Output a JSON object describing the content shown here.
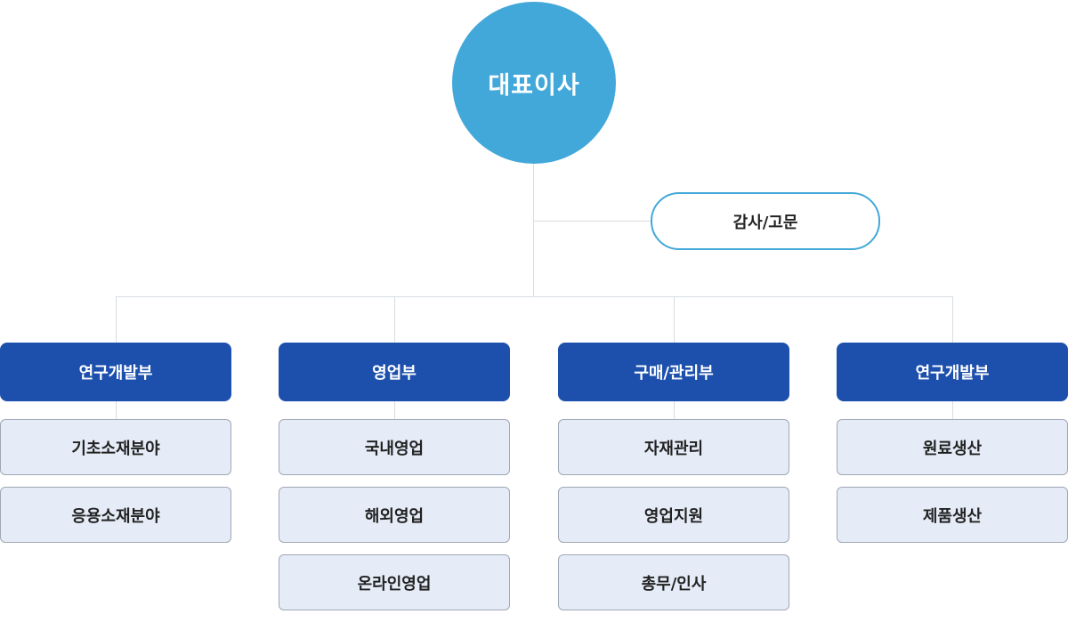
{
  "ceo": {
    "label": "대표이사"
  },
  "advisor": {
    "label": "감사/고문"
  },
  "departments": [
    {
      "label": "연구개발부",
      "children": [
        "기초소재분야",
        "응용소재분야"
      ]
    },
    {
      "label": "영업부",
      "children": [
        "국내영업",
        "해외영업",
        "온라인영업"
      ]
    },
    {
      "label": "구매/관리부",
      "children": [
        "자재관리",
        "영업지원",
        "총무/인사"
      ]
    },
    {
      "label": "연구개발부",
      "children": [
        "원료생산",
        "제품생산"
      ]
    }
  ],
  "colors": {
    "ceo_fill": "#42a8d9",
    "advisor_border": "#42a8d9",
    "department_fill": "#1d50ad",
    "sub_fill": "#e6ecf7",
    "sub_border": "#a0a7b5",
    "connector": "#d9dde3"
  }
}
